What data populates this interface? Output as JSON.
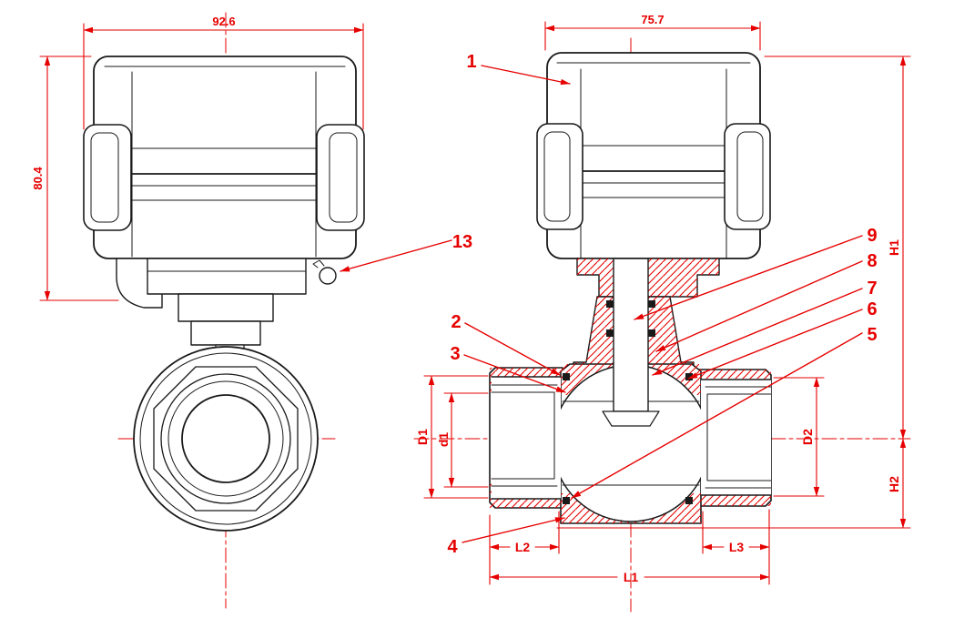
{
  "colors": {
    "background": "#ffffff",
    "outline": "#1a1a1a",
    "dimension": "#e60000",
    "hatch": "#e60000"
  },
  "dims": {
    "left_width": "92.6",
    "left_height": "80.4",
    "right_width": "75.7",
    "h1": "H1",
    "h2": "H2",
    "D1": "D1",
    "d1": "d1",
    "D2": "D2",
    "L1": "L1",
    "L2": "L2",
    "L3": "L3"
  },
  "callouts": {
    "c1": "1",
    "c2": "2",
    "c3": "3",
    "c4": "4",
    "c5": "5",
    "c6": "6",
    "c7": "7",
    "c8": "8",
    "c9": "9",
    "c13": "13"
  }
}
